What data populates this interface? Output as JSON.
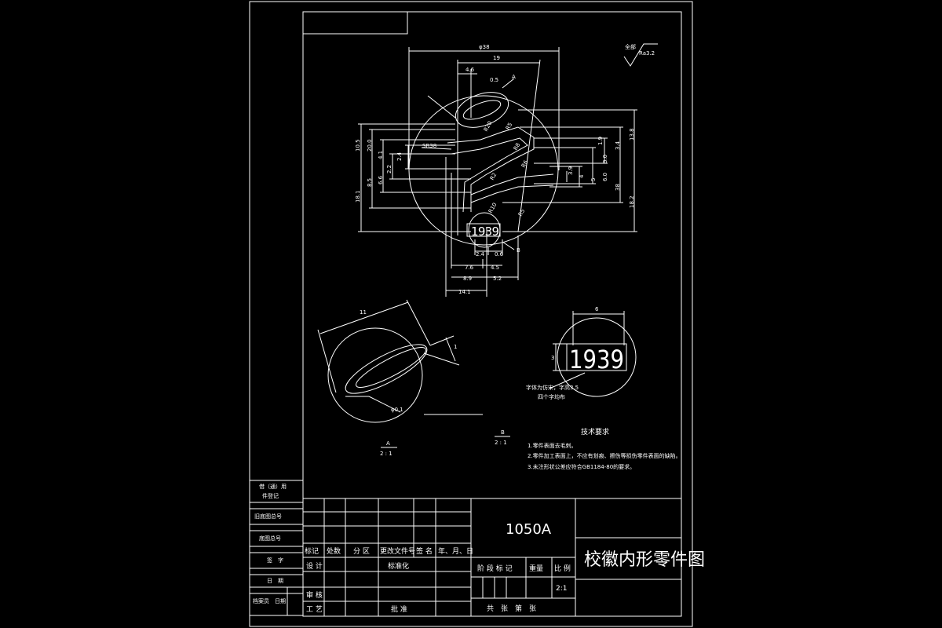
{
  "dimensions": {
    "d_top": "φ38",
    "d_19": "19",
    "d_4_6": "4.6",
    "d_0_5": "0.5",
    "d_A": "A",
    "d_10_5": "10.5",
    "d_20_0": "20.0",
    "d_4_1": "4.1",
    "d_2_4": "2.4",
    "d_sr": "SR38",
    "d_8_5": "8.5",
    "d_6_6": "6.6",
    "d_2_2": "2.2",
    "d_18_1": "18.1",
    "d_1_9": "1.9",
    "d_3_0": "3.0",
    "d_3_4": "3.4",
    "d_13_8": "13.8",
    "d_4": "4",
    "d_5": "5",
    "d_6_0": "6.0",
    "d_3_9": "3.9",
    "d_38": "38",
    "d_18_2": "18.2",
    "d_R": "R20",
    "d_R2": "R5",
    "d_R3": "R8",
    "d_R4": "R6",
    "d_R5": "R2",
    "d_R6": "R10",
    "d_R7": "R5",
    "d_2_4b": "2.4",
    "d_0_6": "0.6",
    "d_7_6": "7.6",
    "d_4_5": "4.5",
    "d_8_9": "8.9",
    "d_5_2": "5.2",
    "d_14_1": "14.1",
    "d_B": "B",
    "d_11": "11",
    "d_1": "1",
    "d_0_1": "φ0.1",
    "d_6": "6",
    "d_3": "3"
  },
  "engraving": "1939",
  "roughness": {
    "label": "全部",
    "value": "Ra3.2"
  },
  "views": {
    "detail_a": {
      "letter": "A",
      "scale": "2 : 1"
    },
    "detail_b": {
      "letter": "B",
      "scale": "2 : 1"
    }
  },
  "font_note": [
    "字体为仿宋，字高3.5",
    "四个字均布"
  ],
  "tech_req": {
    "title": "技术要求",
    "items": [
      "1.零件表面去毛刺。",
      "2.零件加工表面上，不应有划痕、擦伤等损伤零件表面的缺陷。",
      "3.未注形状公差应符合GB1184-80的要求。"
    ]
  },
  "side_panel": [
    "借（通）用",
    "件登记",
    "旧底图总号",
    "底图总号",
    "签　字",
    "日　期",
    "档案员　日期"
  ],
  "title_block": {
    "material": "1050A",
    "part_name": "校徽内形零件图",
    "h_mark": "标记",
    "h_count": "处数",
    "h_zone": "分 区",
    "h_doc": "更改文件号",
    "h_sign": "签 名",
    "h_date": "年、月、日",
    "design": "设 计",
    "standard": "标准化",
    "stage": "阶 段 标 记",
    "weight": "重量",
    "scale_label": "比 例",
    "scale": "2:1",
    "review": "审 核",
    "process": "工 艺",
    "approve": "批 准",
    "sheets": "共　张　第　张"
  }
}
